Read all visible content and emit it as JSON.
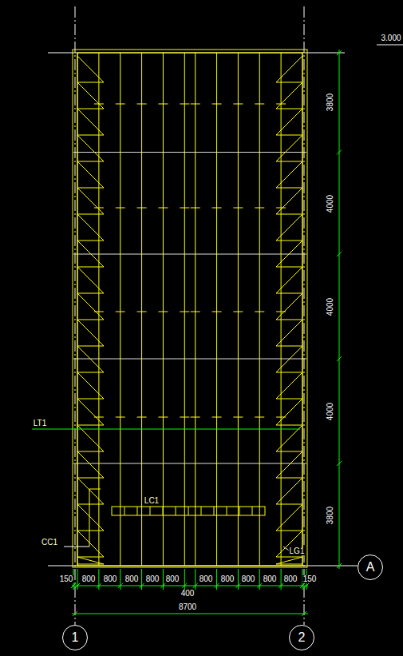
{
  "diagram": {
    "nodes": [
      {
        "text": [
          "1"
        ]
      },
      {
        "text": [
          "2"
        ]
      },
      {
        "text": [
          "A"
        ]
      }
    ],
    "labels": [
      "3.000",
      "3800",
      "4000",
      "4000",
      "4000",
      "3800",
      "150",
      "800",
      "800",
      "800",
      "800",
      "800",
      "800",
      "800",
      "800",
      "800",
      "800",
      "150",
      "400",
      "8700",
      "LT1",
      "LC1",
      "CC1",
      "LG1"
    ]
  }
}
